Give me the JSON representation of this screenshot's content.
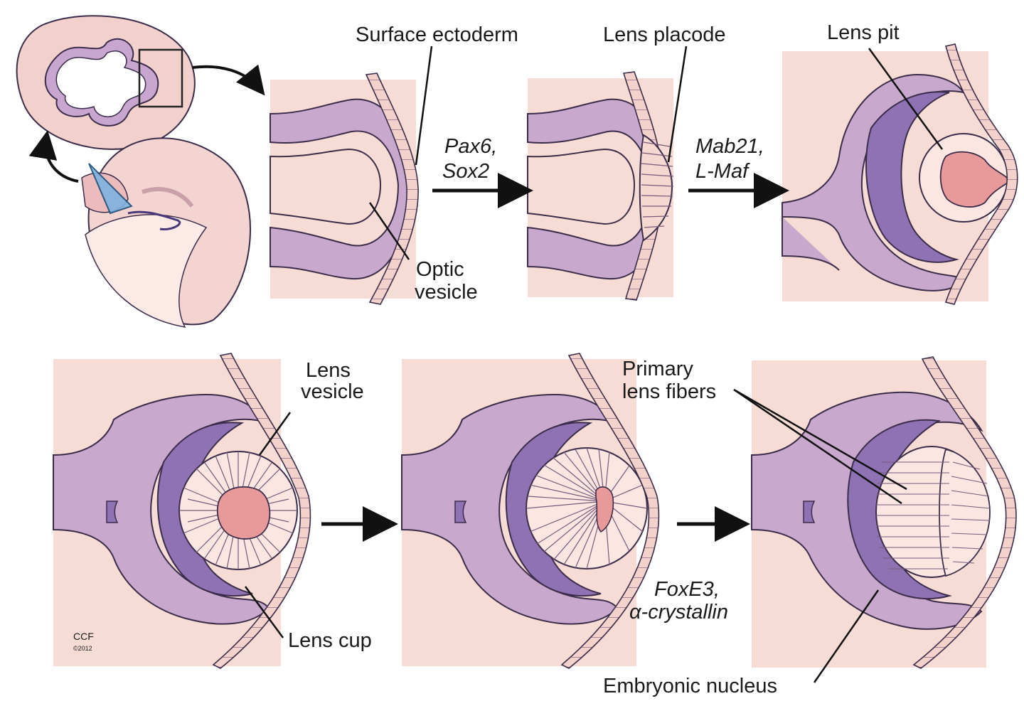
{
  "labels": {
    "surface_ectoderm": "Surface ectoderm",
    "lens_placode": "Lens placode",
    "lens_pit": "Lens pit",
    "optic_vesicle_1": "Optic",
    "optic_vesicle_2": "vesicle",
    "lens_vesicle_1": "Lens",
    "lens_vesicle_2": "vesicle",
    "primary_fibers_1": "Primary",
    "primary_fibers_2": "lens fibers",
    "lens_cup": "Lens cup",
    "embryonic_nucleus": "Embryonic nucleus"
  },
  "genes": {
    "g1_line1": "Pax6,",
    "g1_line2": "Sox2",
    "g2_line1": "Mab21,",
    "g2_line2": "L-Maf",
    "g3_line1": "FoxE3,",
    "g3_line2": "α-crystallin"
  },
  "credit": {
    "logo": "CCF",
    "year": "©2012"
  },
  "colors": {
    "background_tissue": "#f6dcd4",
    "optic_outer": "#c8a8cd",
    "optic_inner": "#8f72b4",
    "lens_core": "#e89a9a",
    "lens_cells": "#fbe6e2",
    "ectoderm": "#f3d2cc",
    "outline": "#3b2d4a"
  }
}
